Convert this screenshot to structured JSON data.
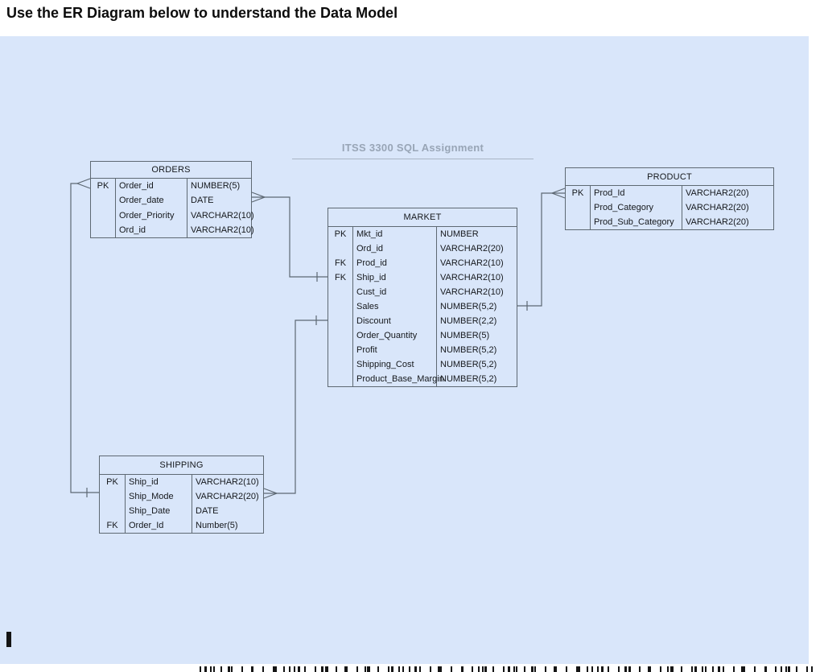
{
  "page": {
    "heading": "Use the ER Diagram below to understand the Data Model"
  },
  "diagram": {
    "title": "ITSS 3300  SQL Assignment",
    "background_color": "#d9e6fa",
    "line_color": "#5d6873",
    "border_color": "#5e6973",
    "entities": [
      {
        "name": "ORDERS",
        "columns": [
          {
            "key": "PK",
            "name": "Order_id",
            "type": "NUMBER(5)"
          },
          {
            "key": "",
            "name": "Order_date",
            "type": "DATE"
          },
          {
            "key": "",
            "name": "Order_Priority",
            "type": "VARCHAR2(10)"
          },
          {
            "key": "",
            "name": "Ord_id",
            "type": "VARCHAR2(10)"
          }
        ]
      },
      {
        "name": "MARKET",
        "columns": [
          {
            "key": "PK",
            "name": "Mkt_id",
            "type": "NUMBER"
          },
          {
            "key": "",
            "name": "Ord_id",
            "type": "VARCHAR2(20)"
          },
          {
            "key": "FK",
            "name": "Prod_id",
            "type": "VARCHAR2(10)"
          },
          {
            "key": "FK",
            "name": "Ship_id",
            "type": "VARCHAR2(10)"
          },
          {
            "key": "",
            "name": "Cust_id",
            "type": "VARCHAR2(10)"
          },
          {
            "key": "",
            "name": "Sales",
            "type": "NUMBER(5,2)"
          },
          {
            "key": "",
            "name": "Discount",
            "type": "NUMBER(2,2)"
          },
          {
            "key": "",
            "name": "Order_Quantity",
            "type": "NUMBER(5)"
          },
          {
            "key": "",
            "name": "Profit",
            "type": "NUMBER(5,2)"
          },
          {
            "key": "",
            "name": "Shipping_Cost",
            "type": "NUMBER(5,2)"
          },
          {
            "key": "",
            "name": "Product_Base_Margin",
            "type": "NUMBER(5,2)"
          }
        ]
      },
      {
        "name": "PRODUCT",
        "columns": [
          {
            "key": "PK",
            "name": "Prod_Id",
            "type": "VARCHAR2(20)"
          },
          {
            "key": "",
            "name": "Prod_Category",
            "type": "VARCHAR2(20)"
          },
          {
            "key": "",
            "name": "Prod_Sub_Category",
            "type": "VARCHAR2(20)"
          }
        ]
      },
      {
        "name": "SHIPPING",
        "columns": [
          {
            "key": "PK",
            "name": "Ship_id",
            "type": "VARCHAR2(10)"
          },
          {
            "key": "",
            "name": "Ship_Mode",
            "type": "VARCHAR2(20)"
          },
          {
            "key": "",
            "name": "Ship_Date",
            "type": "DATE"
          },
          {
            "key": "FK",
            "name": "Order_Id",
            "type": "Number(5)"
          }
        ]
      }
    ],
    "relationships": [
      {
        "from": "ORDERS",
        "to": "SHIPPING",
        "from_marker": "crow-foot",
        "to_marker": "one-tick"
      },
      {
        "from": "ORDERS",
        "to": "MARKET",
        "from_marker": "crow-foot",
        "to_marker": "one-tick"
      },
      {
        "from": "SHIPPING",
        "to": "MARKET",
        "from_marker": "crow-foot",
        "to_marker": "one-tick"
      },
      {
        "from": "PRODUCT",
        "to": "MARKET",
        "from_marker": "crow-foot",
        "to_marker": "one-tick"
      }
    ]
  }
}
